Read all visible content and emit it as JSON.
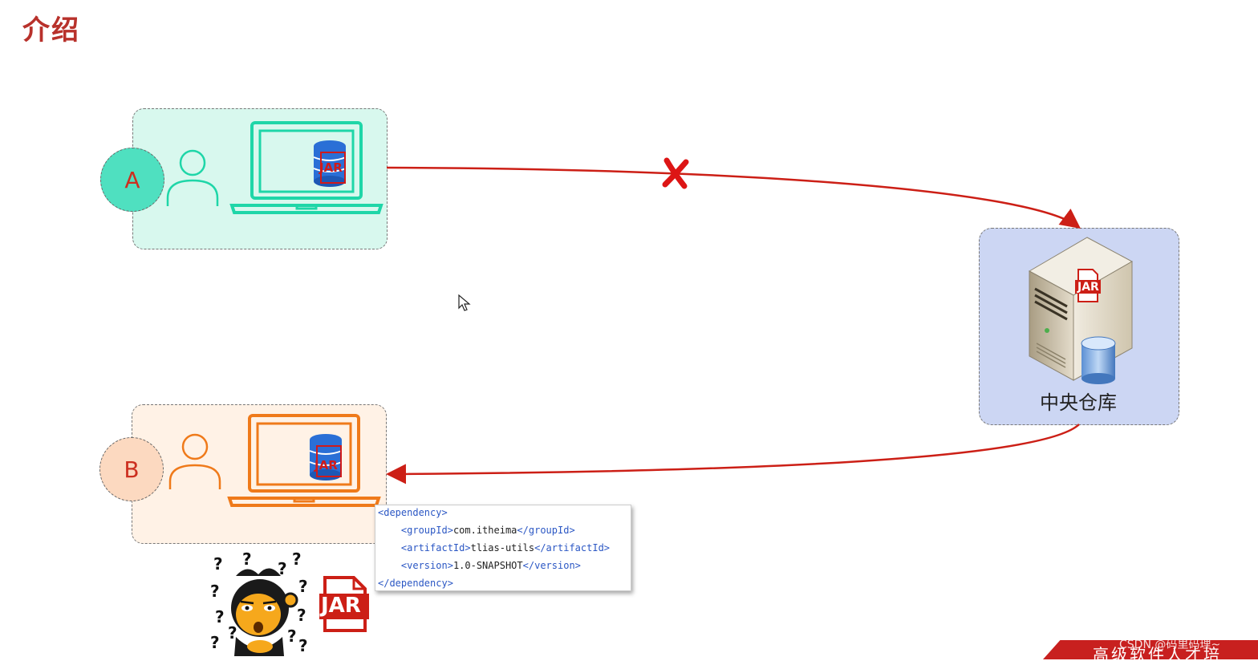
{
  "slide": {
    "title": "介绍"
  },
  "nodes": {
    "a": {
      "label": "A"
    },
    "b": {
      "label": "B"
    },
    "repo": {
      "label": "中央仓库"
    }
  },
  "icons": {
    "jar_small": "JAR",
    "jar_big": "JAR"
  },
  "code": {
    "lines": [
      {
        "indent": "",
        "open": "<dependency>",
        "text": "",
        "close": ""
      },
      {
        "indent": "    ",
        "open": "<groupId>",
        "text": "com.itheima",
        "close": "</groupId>"
      },
      {
        "indent": "    ",
        "open": "<artifactId>",
        "text": "tlias-utils",
        "close": "</artifactId>"
      },
      {
        "indent": "    ",
        "open": "<version>",
        "text": "1.0-SNAPSHOT",
        "close": "</version>"
      },
      {
        "indent": "",
        "open": "</dependency>",
        "text": "",
        "close": ""
      }
    ]
  },
  "footer": {
    "text": "高级软件人才培",
    "watermark": "CSDN @码里码理~"
  },
  "colors": {
    "arrow": "#cc1f16",
    "teal": "#1fd6a8",
    "orange": "#ef7a1a",
    "title": "#b8312b"
  }
}
